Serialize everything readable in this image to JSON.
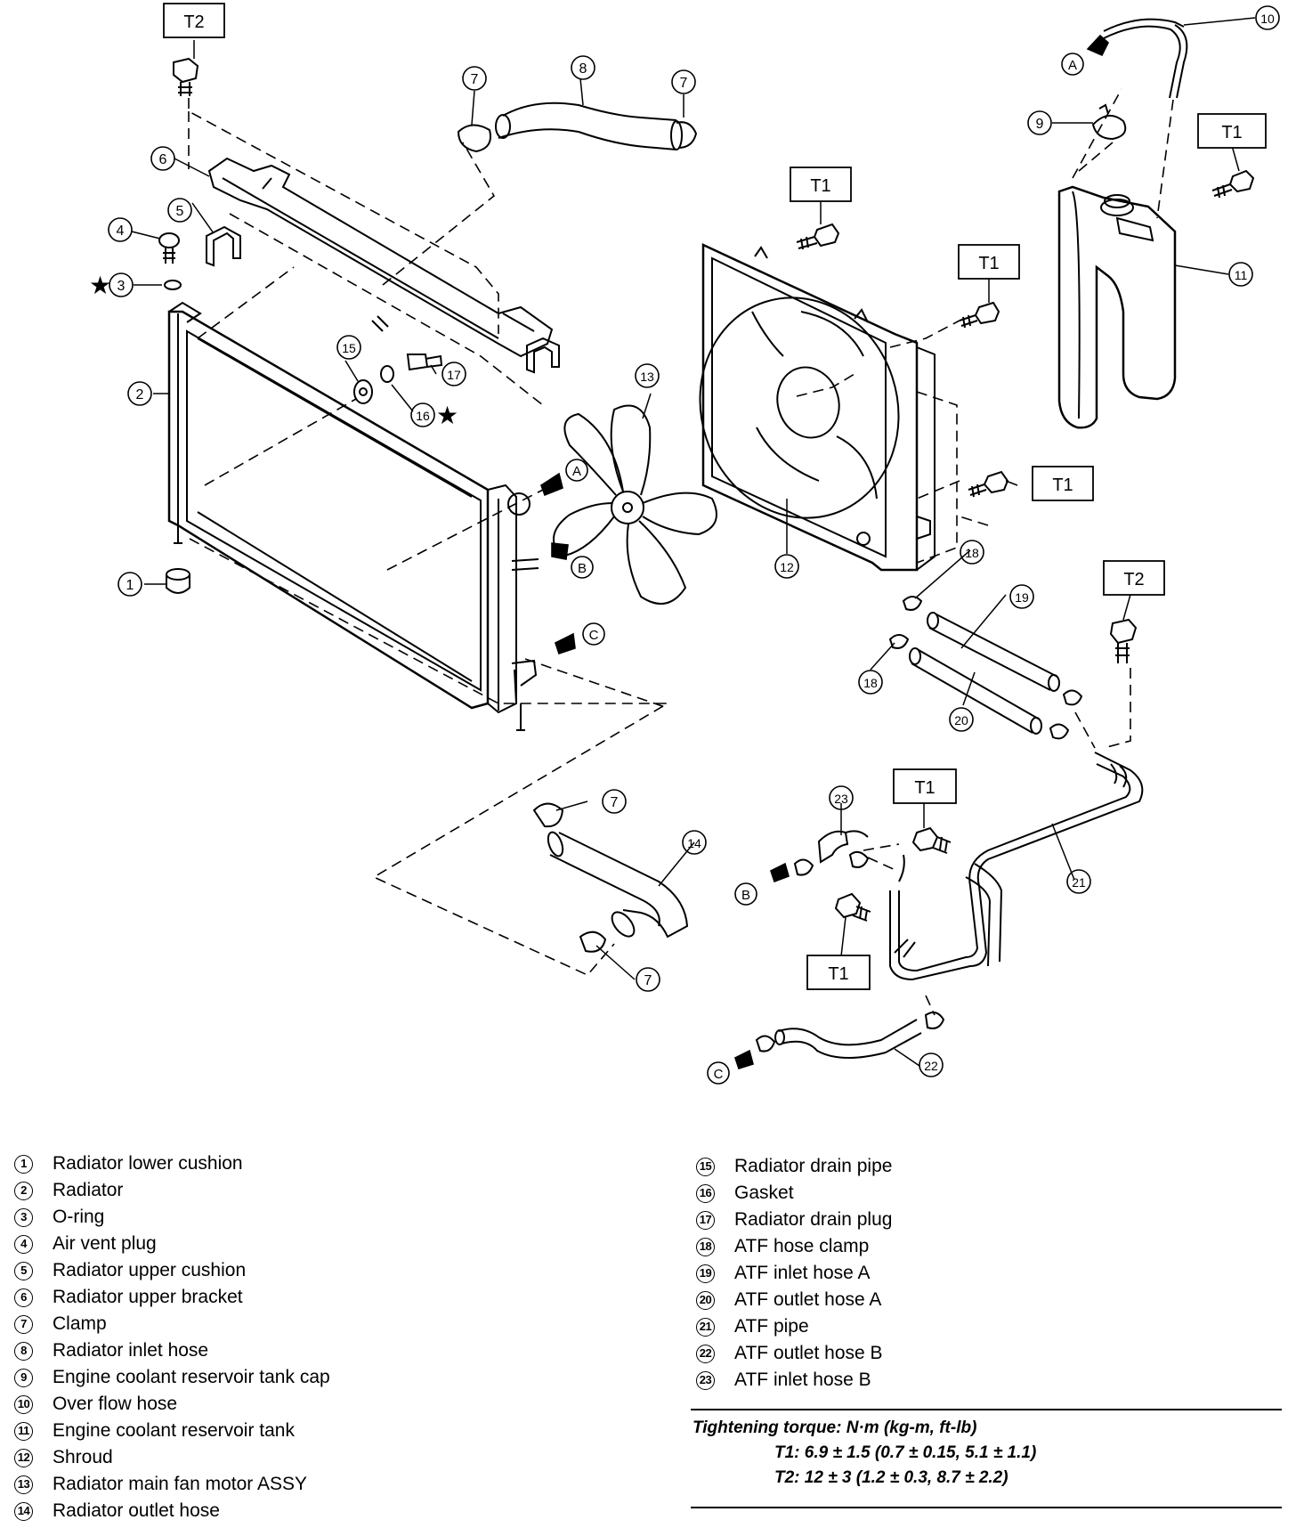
{
  "callouts": {
    "t1": "T1",
    "t2": "T2",
    "conn_a": "A",
    "conn_b": "B",
    "conn_c": "C",
    "star": "★"
  },
  "parts_left": [
    {
      "num": "1",
      "label": "Radiator lower cushion"
    },
    {
      "num": "2",
      "label": "Radiator"
    },
    {
      "num": "3",
      "label": "O-ring"
    },
    {
      "num": "4",
      "label": "Air vent plug"
    },
    {
      "num": "5",
      "label": "Radiator upper cushion"
    },
    {
      "num": "6",
      "label": "Radiator upper bracket"
    },
    {
      "num": "7",
      "label": "Clamp"
    },
    {
      "num": "8",
      "label": "Radiator inlet hose"
    },
    {
      "num": "9",
      "label": "Engine coolant reservoir tank cap"
    },
    {
      "num": "10",
      "label": "Over flow hose"
    },
    {
      "num": "11",
      "label": "Engine coolant reservoir tank"
    },
    {
      "num": "12",
      "label": "Shroud"
    },
    {
      "num": "13",
      "label": "Radiator main fan motor ASSY"
    },
    {
      "num": "14",
      "label": "Radiator outlet hose"
    }
  ],
  "parts_right": [
    {
      "num": "15",
      "label": "Radiator drain pipe"
    },
    {
      "num": "16",
      "label": "Gasket"
    },
    {
      "num": "17",
      "label": "Radiator drain plug"
    },
    {
      "num": "18",
      "label": "ATF hose clamp"
    },
    {
      "num": "19",
      "label": "ATF inlet hose A"
    },
    {
      "num": "20",
      "label": "ATF outlet hose A"
    },
    {
      "num": "21",
      "label": "ATF pipe"
    },
    {
      "num": "22",
      "label": "ATF outlet hose B"
    },
    {
      "num": "23",
      "label": "ATF inlet hose B"
    }
  ],
  "torque": {
    "heading": "Tightening torque: N·m (kg-m, ft-lb)",
    "t1": "T1:  6.9 ± 1.5 (0.7 ± 0.15, 5.1 ± 1.1)",
    "t2": "T2:  12 ± 3 (1.2 ± 0.3, 8.7 ± 2.2)"
  }
}
